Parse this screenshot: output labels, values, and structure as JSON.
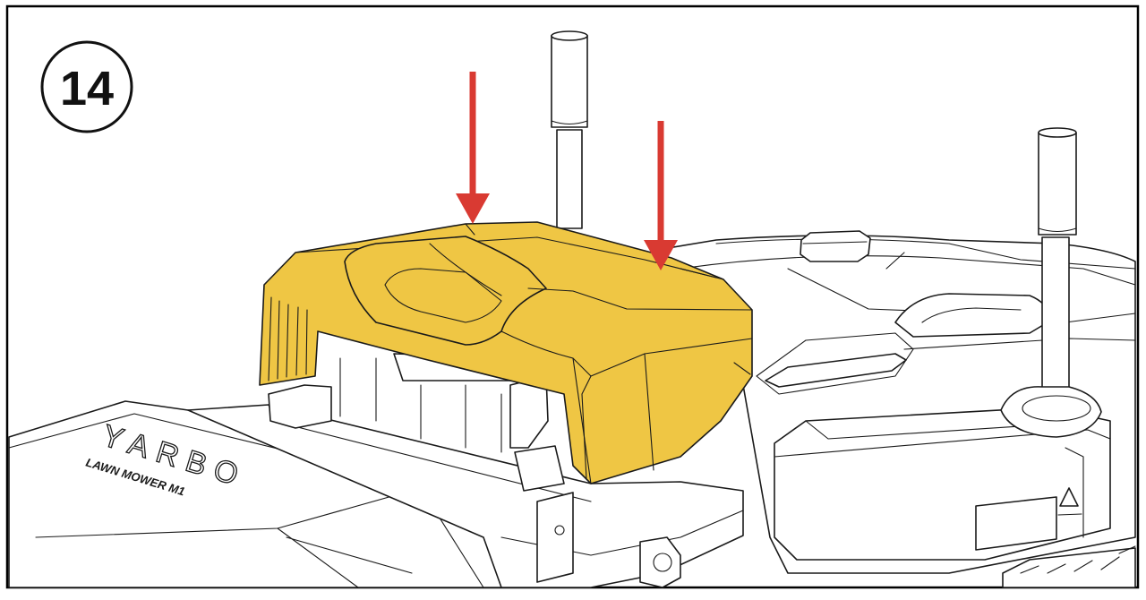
{
  "step": {
    "number": "14"
  },
  "product": {
    "brand": "YARBO",
    "model": "LAWN MOWER M1"
  },
  "colors": {
    "cover": "#EFC644",
    "arrow": "#D93A32",
    "line": "#1A1A1A",
    "frame": "#000000"
  },
  "arrows": {
    "count": 2,
    "direction": "down"
  }
}
